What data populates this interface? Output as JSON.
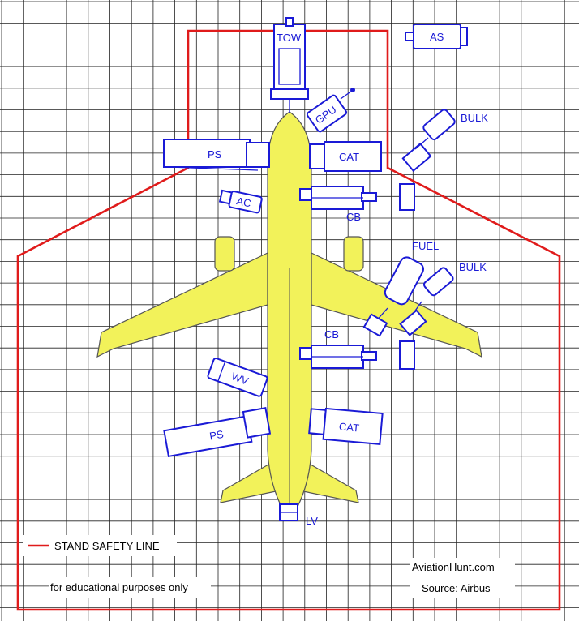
{
  "colors": {
    "safety_line": "#e01b1b",
    "vehicle": "#1a1ad6",
    "aircraft": "#f2f25a",
    "grid": "#222222"
  },
  "vehicles": {
    "tow": "TOW",
    "as": "AS",
    "gpu": "GPU",
    "bulk_fwd": "BULK",
    "ps_fwd": "PS",
    "cat_fwd": "CAT",
    "ac": "AC",
    "cb_fwd": "CB",
    "fuel": "FUEL",
    "bulk_aft": "BULK",
    "cb_aft": "CB",
    "wv": "WV",
    "ps_aft": "PS",
    "cat_aft": "CAT",
    "lv": "LV"
  },
  "legend": {
    "safety_line": "STAND SAFETY LINE"
  },
  "footer": {
    "note": "for educational purposes only",
    "site": "AviationHunt.com",
    "source": "Source: Airbus"
  }
}
